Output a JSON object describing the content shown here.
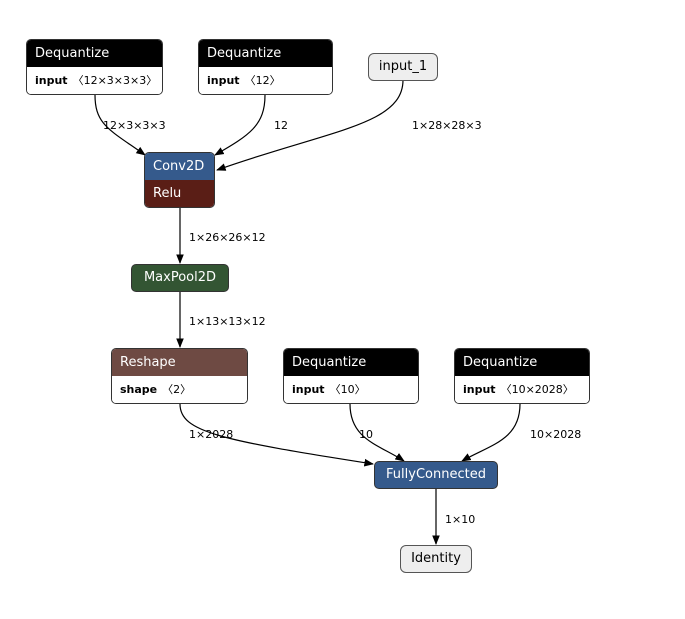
{
  "nodes": {
    "deq1": {
      "title": "Dequantize",
      "attr_name": "input",
      "attr_value": "〈12×3×3×3〉"
    },
    "deq2": {
      "title": "Dequantize",
      "attr_name": "input",
      "attr_value": "〈12〉"
    },
    "input1": {
      "title": "input_1"
    },
    "conv": {
      "title": "Conv2D",
      "activation": "Relu"
    },
    "maxpool": {
      "title": "MaxPool2D"
    },
    "reshape": {
      "title": "Reshape",
      "attr_name": "shape",
      "attr_value": "〈2〉"
    },
    "deq3": {
      "title": "Dequantize",
      "attr_name": "input",
      "attr_value": "〈10〉"
    },
    "deq4": {
      "title": "Dequantize",
      "attr_name": "input",
      "attr_value": "〈10×2028〉"
    },
    "fc": {
      "title": "FullyConnected"
    },
    "identity": {
      "title": "Identity"
    }
  },
  "edges": {
    "deq1_conv": "12×3×3×3",
    "deq2_conv": "12",
    "input_conv": "1×28×28×3",
    "conv_pool": "1×26×26×12",
    "pool_reshape": "1×13×13×12",
    "reshape_fc": "1×2028",
    "deq3_fc": "10",
    "deq4_fc": "10×2028",
    "fc_identity": "1×10"
  },
  "colors": {
    "header_black": "#000000",
    "conv_blue": "#355a8c",
    "relu_red": "#5a1e16",
    "pool_green": "#335533",
    "reshape_brown": "#6e4a43",
    "fc_blue": "#355a8c",
    "pill_gray": "#eeeeee"
  }
}
